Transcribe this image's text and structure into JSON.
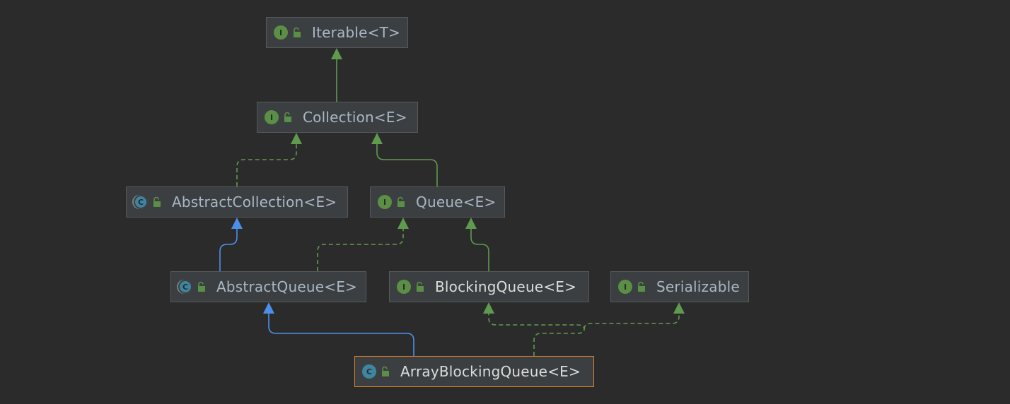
{
  "nodes": {
    "iterable": {
      "label": "Iterable<T>",
      "kind": "I"
    },
    "collection": {
      "label": "Collection<E>",
      "kind": "I"
    },
    "abstract_collection": {
      "label": "AbstractCollection<E>",
      "kind": "C"
    },
    "queue": {
      "label": "Queue<E>",
      "kind": "I"
    },
    "abstract_queue": {
      "label": "AbstractQueue<E>",
      "kind": "C"
    },
    "blocking_queue": {
      "label": "BlockingQueue<E>",
      "kind": "I"
    },
    "serializable": {
      "label": "Serializable",
      "kind": "I"
    },
    "array_blocking_queue": {
      "label": "ArrayBlockingQueue<E>",
      "kind": "C"
    }
  },
  "colors": {
    "background": "#2b2b2b",
    "node_fill": "#3c3f41",
    "node_border": "#555a5d",
    "selected_border": "#d9822b",
    "interface_edge": "#5f9a4e",
    "class_edge": "#4d8fe8",
    "text": "#a9b7c6"
  }
}
